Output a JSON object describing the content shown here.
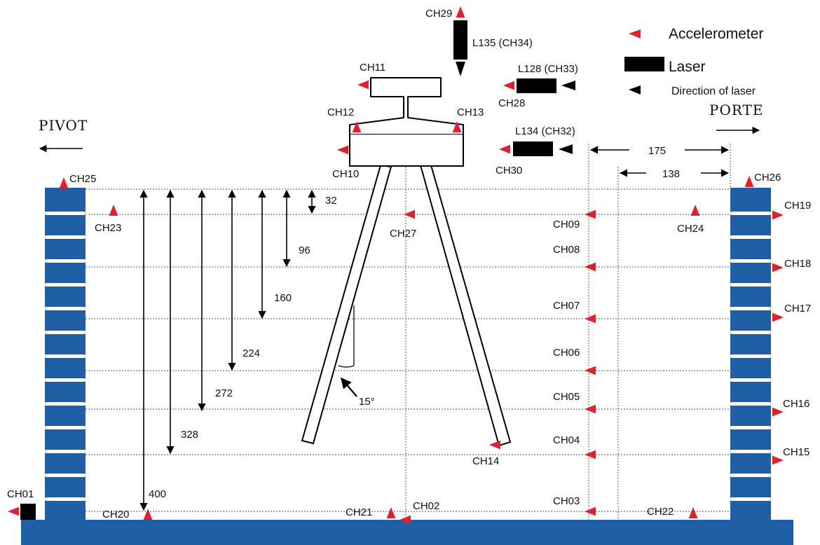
{
  "colors": {
    "structure_blue": "#1f5fa6",
    "accelerometer_red": "#e0202c",
    "laser_black": "#000000",
    "line": "#000000"
  },
  "legend": {
    "accelerometer": "Accelerometer",
    "laser": "Laser",
    "direction": "Direction of laser"
  },
  "labels": {
    "pivot": "PIVOT",
    "porte": "PORTE",
    "angle": "15°"
  },
  "lasers": {
    "top": "L135 (CH34)",
    "middle": "L128 (CH33)",
    "lower": "L134 (CH32)"
  },
  "dimensions": {
    "d32": "32",
    "d96": "96",
    "d160": "160",
    "d224": "224",
    "d272": "272",
    "d328": "328",
    "d400": "400",
    "w175": "175",
    "w138": "138"
  },
  "channels": {
    "ch01": "CH01",
    "ch02": "CH02",
    "ch03": "CH03",
    "ch04": "CH04",
    "ch05": "CH05",
    "ch06": "CH06",
    "ch07": "CH07",
    "ch08": "CH08",
    "ch09": "CH09",
    "ch10": "CH10",
    "ch11": "CH11",
    "ch12": "CH12",
    "ch13": "CH13",
    "ch14": "CH14",
    "ch15": "CH15",
    "ch16": "CH16",
    "ch17": "CH17",
    "ch18": "CH18",
    "ch19": "CH19",
    "ch20": "CH20",
    "ch21": "CH21",
    "ch22": "CH22",
    "ch23": "CH23",
    "ch24": "CH24",
    "ch25": "CH25",
    "ch26": "CH26",
    "ch27": "CH27",
    "ch28": "CH28",
    "ch29": "CH29",
    "ch30": "CH30"
  }
}
